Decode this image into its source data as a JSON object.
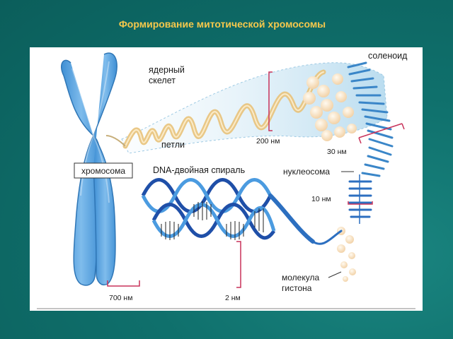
{
  "slide": {
    "title": "Формирование митотической хромосомы"
  },
  "figure": {
    "labels": {
      "nuclear_skeleton": [
        "ядерный",
        "скелет"
      ],
      "solenoid": "соленоид",
      "loops": "петли",
      "size_200": "200 нм",
      "chromosome": "хромосома",
      "size_30": "30 нм",
      "dna_double_helix": "DNA-двойная спираль",
      "nucleosome": "нуклеосома",
      "size_10": "10 нм",
      "size_700": "700 нм",
      "size_2": "2 нм",
      "histone_molecule": [
        "молекула",
        "гистона"
      ]
    },
    "colors": {
      "background": "#0f706c",
      "title": "#f5c84c",
      "chromosome": "#4a9ad8",
      "dna_strand": "#2c6fc0",
      "loop_fiber": "#e8c27a",
      "scaffold": "#cfe6f3",
      "bracket": "#c8325a"
    }
  }
}
